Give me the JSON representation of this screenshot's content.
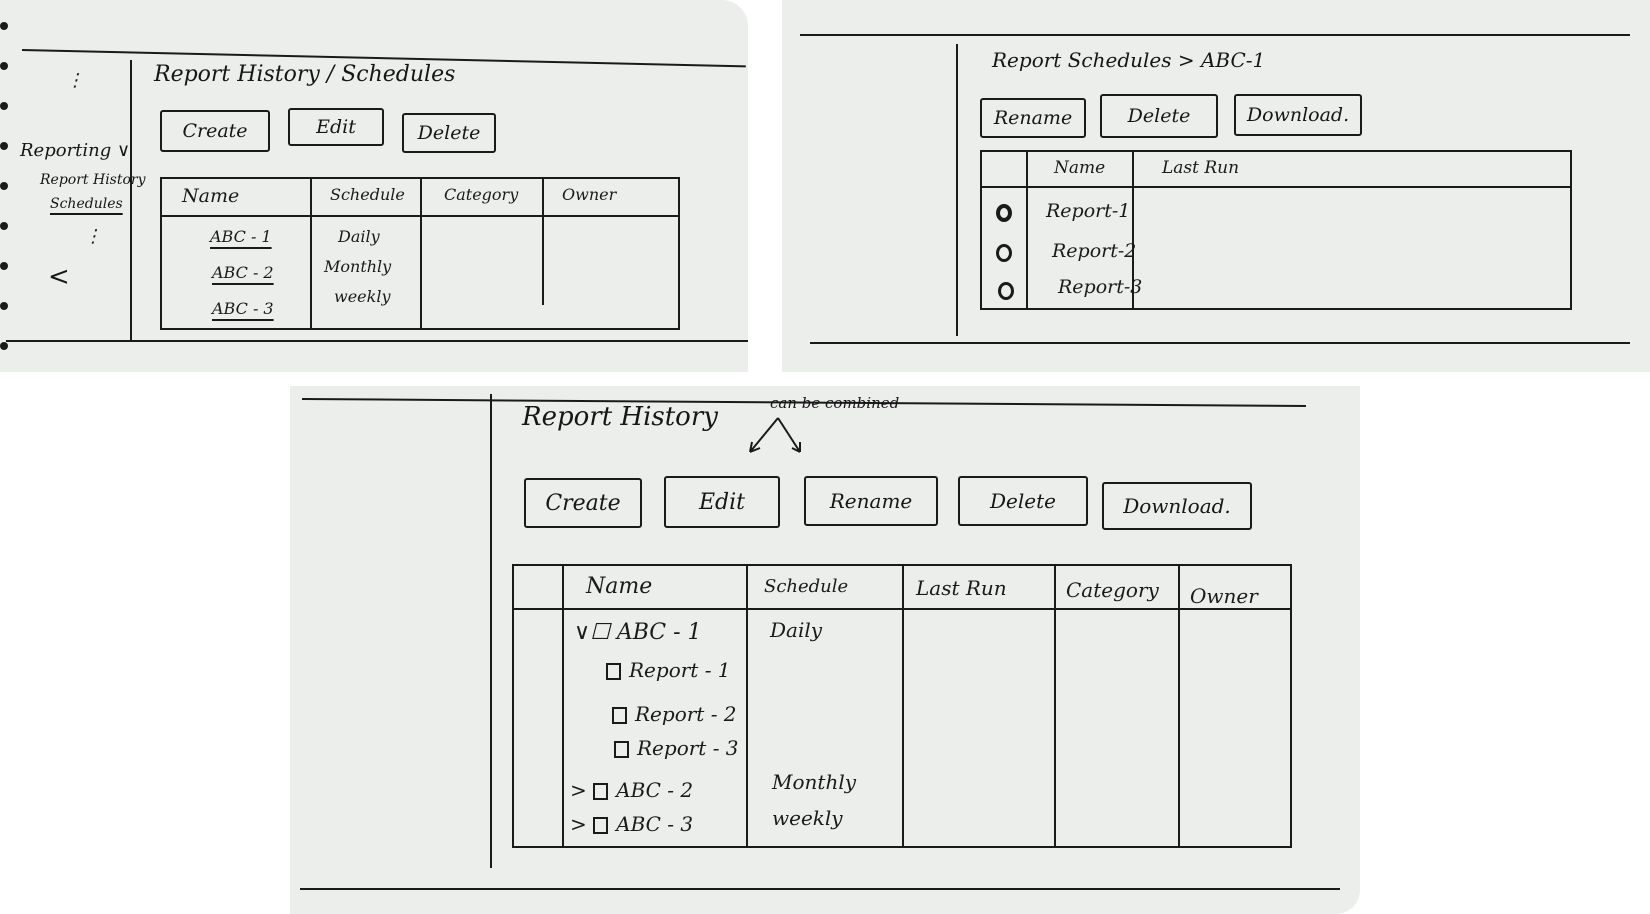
{
  "sketch1": {
    "title": "Report History / Schedules",
    "nav": {
      "reporting": "Reporting ∨",
      "item1": "Report History",
      "item2": "Schedules",
      "collapse": "<"
    },
    "buttons": {
      "create": "Create",
      "edit": "Edit",
      "delete": "Delete"
    },
    "columns": [
      "Name",
      "Schedule",
      "Category",
      "Owner"
    ],
    "rows": [
      {
        "name": "ABC - 1",
        "schedule": "Daily"
      },
      {
        "name": "ABC - 2",
        "schedule": "Monthly"
      },
      {
        "name": "ABC - 3",
        "schedule": "weekly"
      }
    ]
  },
  "sketch2": {
    "breadcrumb": "Report Schedules > ABC-1",
    "buttons": {
      "rename": "Rename",
      "delete": "Delete",
      "download": "Download."
    },
    "columns": [
      "Name",
      "Last Run"
    ],
    "rows": [
      "Report-1",
      "Report-2",
      "Report-3"
    ]
  },
  "sketch3": {
    "title": "Report History",
    "annotation": "can be combined",
    "buttons": {
      "create": "Create",
      "edit": "Edit",
      "rename": "Rename",
      "delete": "Delete",
      "download": "Download."
    },
    "columns": [
      "Name",
      "Schedule",
      "Last Run",
      "Category",
      "Owner"
    ],
    "group1": {
      "prefix": "∨☐",
      "name": "ABC - 1",
      "schedule": "Daily"
    },
    "children": [
      "Report - 1",
      "Report - 2",
      "Report - 3"
    ],
    "group2": {
      "prefix": ">",
      "name": "ABC - 2",
      "schedule": "Monthly"
    },
    "group3": {
      "prefix": ">",
      "name": "ABC - 3",
      "schedule": "weekly"
    }
  }
}
